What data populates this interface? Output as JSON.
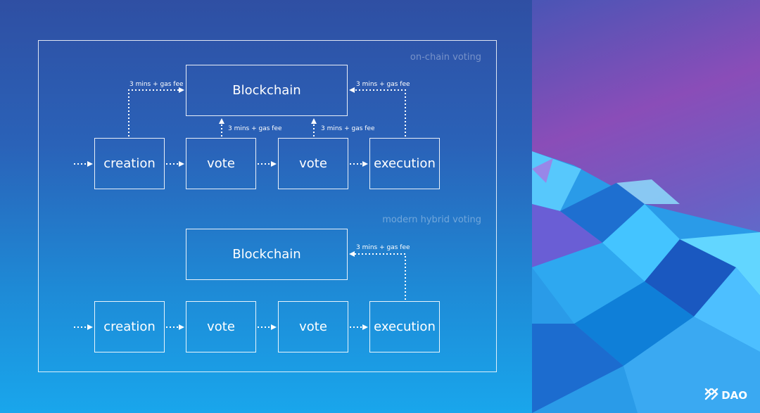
{
  "diagram": {
    "onchain": {
      "title": "on-chain voting",
      "blockchain": "Blockchain",
      "steps": [
        "creation",
        "vote",
        "vote",
        "execution"
      ],
      "fee_label": "3 mins + gas fee"
    },
    "hybrid": {
      "title": "modern hybrid voting",
      "blockchain": "Blockchain",
      "steps": [
        "creation",
        "vote",
        "vote",
        "execution"
      ],
      "fee_label": "3 mins + gas fee"
    }
  },
  "brand": {
    "name": "DAO",
    "icon": "dao-logo-icon"
  },
  "colors": {
    "line": "#ffffff",
    "bg_top": "#2f4fa3",
    "bg_bottom": "#19a6ec"
  }
}
